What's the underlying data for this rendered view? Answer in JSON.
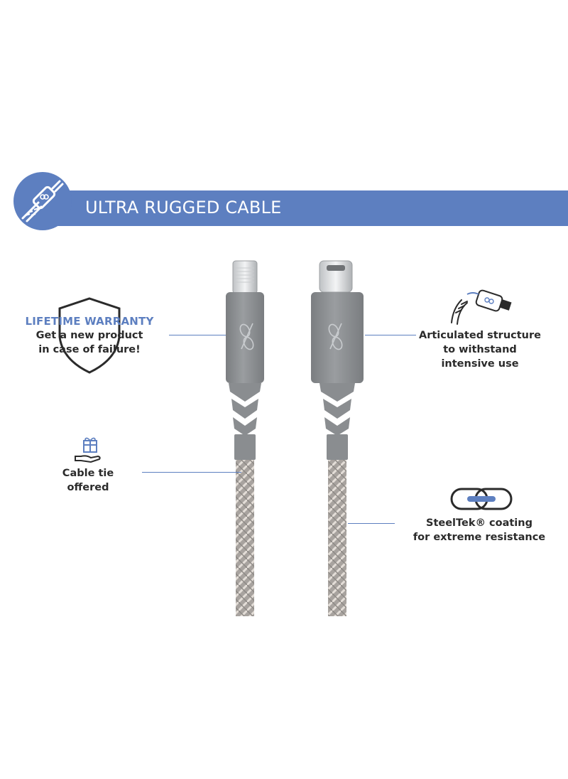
{
  "banner": {
    "title": "ULTRA RUGGED CABLE"
  },
  "features": {
    "warranty": {
      "title": "LIFETIME WARRANTY",
      "lines": [
        "Get a new product",
        "in case of failure!"
      ],
      "icon": "shield-icon"
    },
    "cable_tie": {
      "lines": [
        "Cable tie",
        "offered"
      ],
      "icon": "gift-hand-icon"
    },
    "articulated": {
      "lines": [
        "Articulated structure",
        "to withstand",
        "intensive use"
      ],
      "icon": "articulated-cable-icon"
    },
    "steeltek": {
      "lines": [
        "SteelTek® coating",
        "for extreme resistance"
      ],
      "icon": "chain-link-icon"
    }
  },
  "cables": {
    "left": {
      "connector": "Lightning"
    },
    "right": {
      "connector": "USB-C"
    }
  },
  "colors": {
    "accent": "#5d7fc0",
    "cable_grey": "#8a8d90",
    "braid_light": "#d8d2cc",
    "text": "#2b2b2b"
  }
}
